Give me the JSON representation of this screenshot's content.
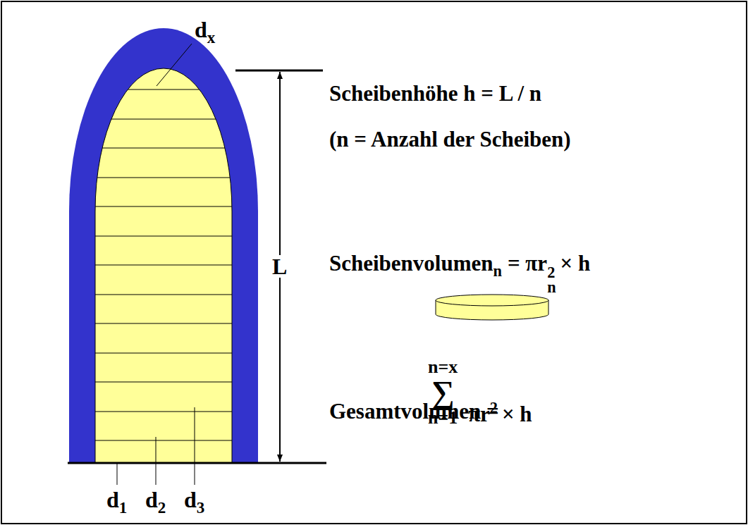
{
  "diagram": {
    "labels": [
      "d",
      "x",
      "L",
      "d",
      "1",
      "d",
      "2",
      "d",
      "3",
      "Scheibenhöhe h = L / n",
      "(n = Anzahl der Scheiben)",
      "Scheibenvolumen",
      "n",
      "= πr",
      "n",
      "2",
      "× h",
      "Gesamtvolumen =",
      "n=x",
      "∑",
      "n=1",
      "πr",
      "2",
      "× h"
    ]
  }
}
